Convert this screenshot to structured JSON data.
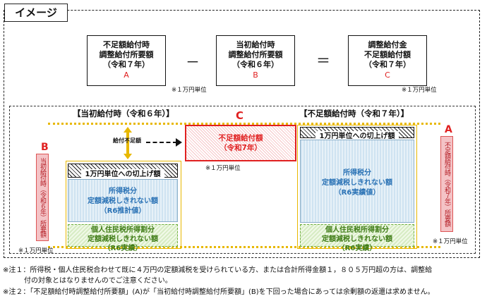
{
  "tag_label": "イメージ",
  "formula": {
    "box_a": {
      "line1": "不足額給付時",
      "line2": "調整給付所要額",
      "line3": "（令和７年）",
      "letter": "A"
    },
    "minus": "－",
    "box_b": {
      "line1": "当初給付時",
      "line2": "調整給付所要額",
      "line3": "（令和６年）",
      "letter": "B"
    },
    "equals": "＝",
    "box_c": {
      "line1": "調整給付金",
      "line2": "不足額給付額",
      "line3": "（令和７年）",
      "letter": "C"
    },
    "unit_b": "※１万円単位",
    "unit_c": "※１万円単位"
  },
  "diagram": {
    "heading_initial": "【当初給付時（令和６年）】",
    "heading_shortfall": "【不足額給付時（令和７年）】",
    "letter_b": "B",
    "letter_c": "C",
    "letter_a": "A",
    "label_b_vertical": "当初給付時（令和６年）所要額",
    "label_a_vertical": "不足額給付時（令和７年）所要額",
    "unit_left": "※１万円単位",
    "unit_middle": "※１万円単位",
    "unit_right": "※１万円単位",
    "shortfall_label": "給付不足額",
    "left_column": {
      "roundup": "1万円単位への切上げ額",
      "income_tax": {
        "l1": "所得税分",
        "l2": "定額減税しきれない額",
        "l3": "（R6推計値）"
      },
      "resident_tax": {
        "l1": "個人住民税所得割分",
        "l2": "定額減税しきれない額",
        "l3": "（R6実績）"
      }
    },
    "middle_box": {
      "l1": "不足額給付額",
      "l2": "（令和7年）"
    },
    "right_column": {
      "roundup": "1万円単位への切上げ額",
      "income_tax": {
        "l1": "所得税分",
        "l2": "定額減税しきれない額",
        "l3": "（R6実績値）"
      },
      "resident_tax": {
        "l1": "個人住民税所得割分",
        "l2": "定額減税しきれない額",
        "l3": "（R6実績）"
      }
    }
  },
  "notes": {
    "note1_line1": "※注１：所得税・個人住民税合わせて既に４万円の定額減税を受けられている方、または合計所得金額１，８０５万円超の方は、調整給",
    "note1_line2": "　　　付の対象とはなりませんのでご注意ください。",
    "note2": "※注２：「不足額給付時調整給付所要額」(A)が「当初給付時調整給付所要額」(B)を下回った場合にあっては余剰額の返還は求めません。"
  },
  "colors": {
    "accent_red": "#e02020",
    "yellow_line": "#e8b800",
    "blue_text": "#2a72b5",
    "green_text": "#3f7c16"
  }
}
